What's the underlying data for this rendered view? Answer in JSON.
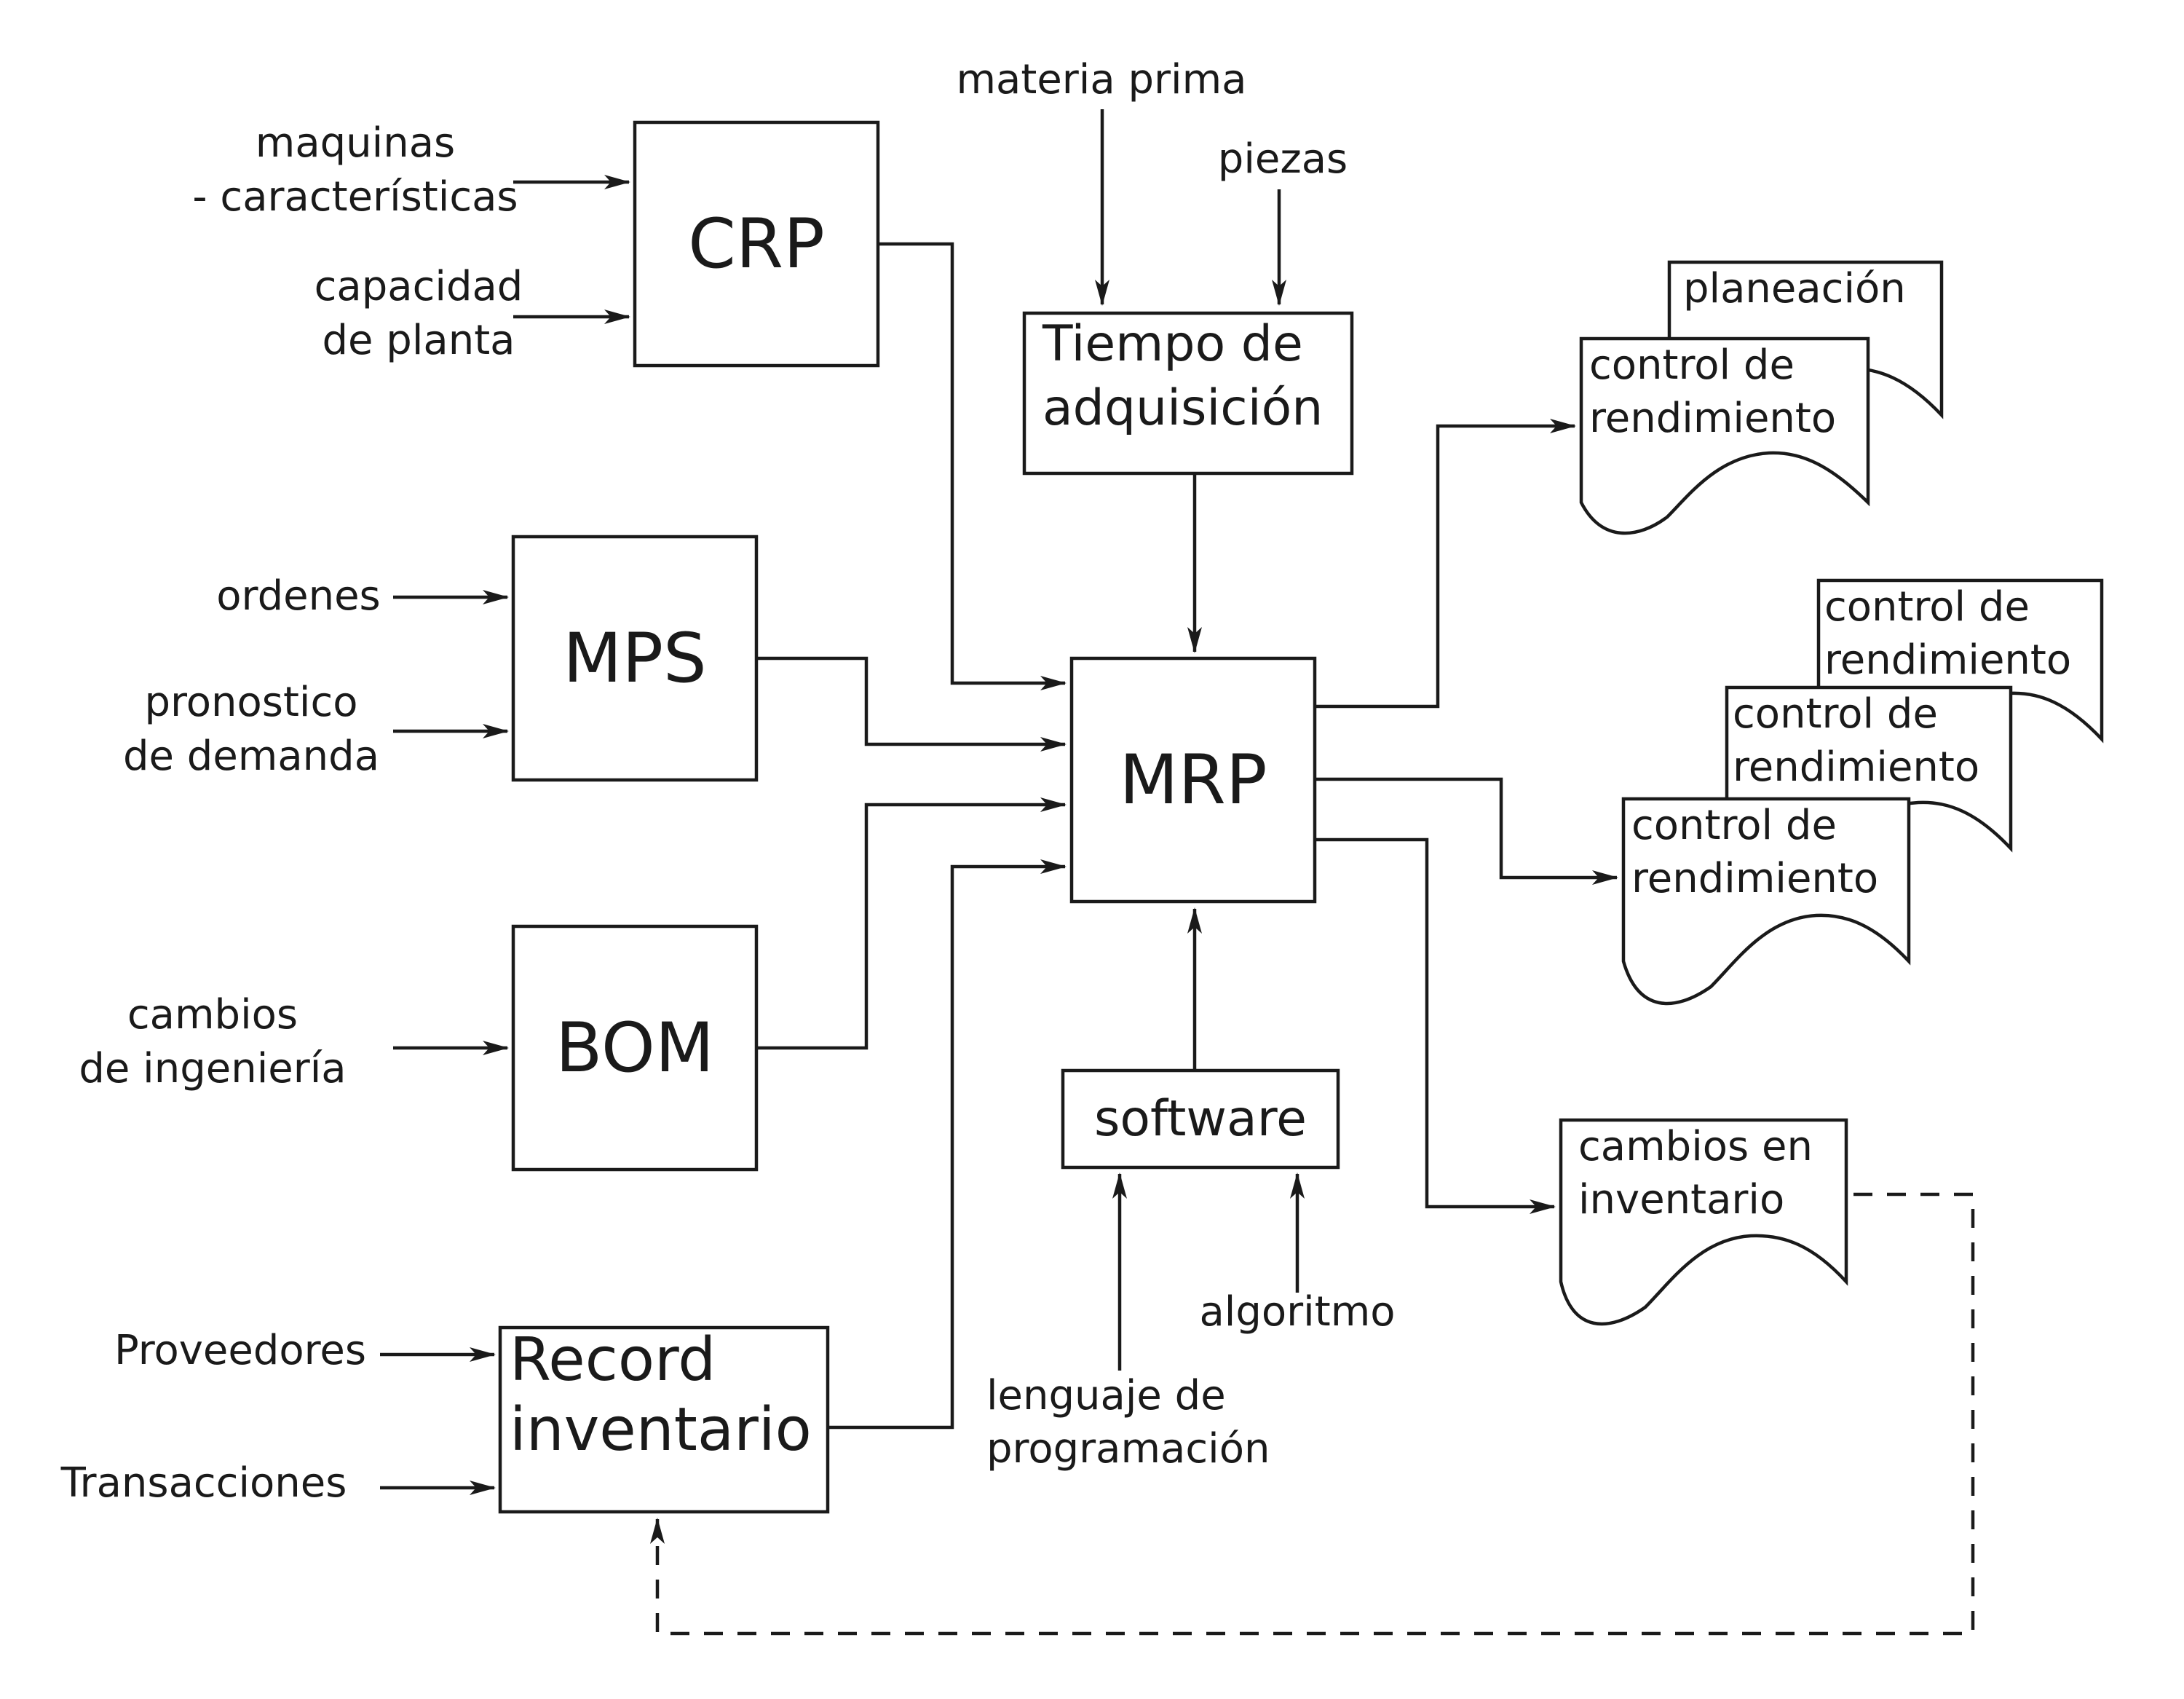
{
  "inputs": {
    "maquinas": [
      "maquinas",
      "- características"
    ],
    "capacidad": [
      "capacidad",
      "de planta"
    ],
    "ordenes": [
      "ordenes"
    ],
    "pronostico": [
      "pronostico",
      "de demanda"
    ],
    "cambios_ing": [
      "cambios",
      "de ingeniería"
    ],
    "proveedores": [
      "Proveedores"
    ],
    "transacciones": [
      "Transacciones"
    ],
    "materia_prima": [
      "materia prima"
    ],
    "piezas": [
      "piezas"
    ],
    "lenguaje": [
      "lenguaje de",
      "programación"
    ],
    "algoritmo": [
      "algoritmo"
    ]
  },
  "boxes": {
    "crp": [
      "CRP"
    ],
    "mps": [
      "MPS"
    ],
    "bom": [
      "BOM"
    ],
    "record": [
      "Record",
      "inventario"
    ],
    "tiempo": [
      "Tiempo de",
      "adquisición"
    ],
    "mrp": [
      "MRP"
    ],
    "software": [
      "software"
    ]
  },
  "documents": {
    "planeacion": [
      "planeación"
    ],
    "control_top": [
      "control de",
      "rendimiento"
    ],
    "control_stack_back": [
      "control de",
      "rendimiento"
    ],
    "control_stack_mid": [
      "control de",
      "rendimiento"
    ],
    "control_stack_front": [
      "control de",
      "rendimiento"
    ],
    "cambios_inv": [
      "cambios en",
      "inventario"
    ]
  }
}
